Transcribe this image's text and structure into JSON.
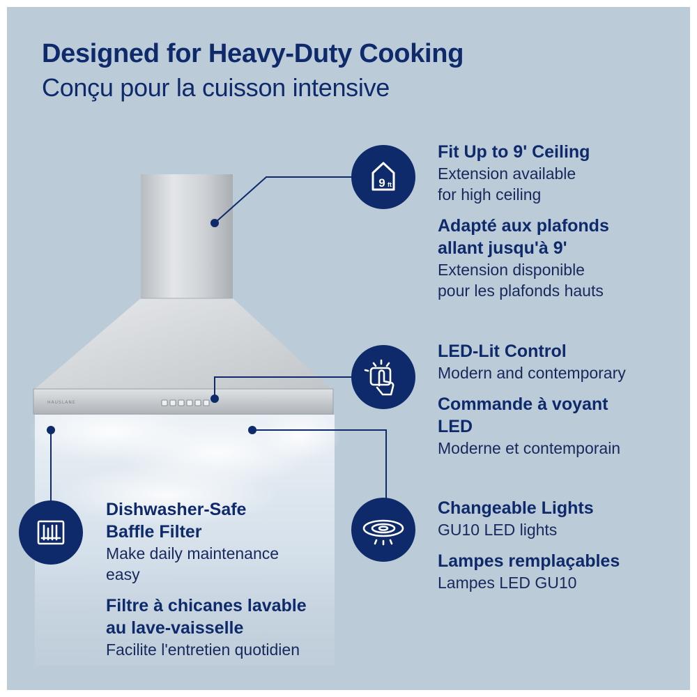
{
  "header": {
    "title_en": "Designed for Heavy-Duty Cooking",
    "title_fr": "Conçu pour la cuisson intensive"
  },
  "product": {
    "brand_mark": "HAUSLANE"
  },
  "features": {
    "ceiling": {
      "icon": "house-9ft-icon",
      "badge_text": "9",
      "badge_unit": "ft",
      "title_en": "Fit Up to 9' Ceiling",
      "desc_en_1": "Extension available",
      "desc_en_2": "for high ceiling",
      "title_fr_1": "Adapté aux plafonds",
      "title_fr_2": "allant jusqu'à 9'",
      "desc_fr_1": "Extension disponible",
      "desc_fr_2": "pour les plafonds hauts"
    },
    "control": {
      "icon": "touch-control-icon",
      "title_en": "LED-Lit Control",
      "desc_en": "Modern and contemporary",
      "title_fr_1": "Commande à voyant",
      "title_fr_2": "LED",
      "desc_fr": "Moderne et contemporain"
    },
    "lights": {
      "icon": "ceiling-light-icon",
      "title_en": "Changeable Lights",
      "desc_en": "GU10 LED lights",
      "title_fr": "Lampes remplaçables",
      "desc_fr": "Lampes LED GU10"
    },
    "filter": {
      "icon": "baffle-filter-icon",
      "title_en_1": "Dishwasher-Safe",
      "title_en_2": "Baffle Filter",
      "desc_en_1": "Make daily maintenance",
      "desc_en_2": "easy",
      "title_fr_1": "Filtre à chicanes lavable",
      "title_fr_2": "au lave-vaisselle",
      "desc_fr": "Facilite l'entretien quotidien"
    }
  },
  "colors": {
    "background": "#bccbd8",
    "navy": "#0e2a6b"
  }
}
